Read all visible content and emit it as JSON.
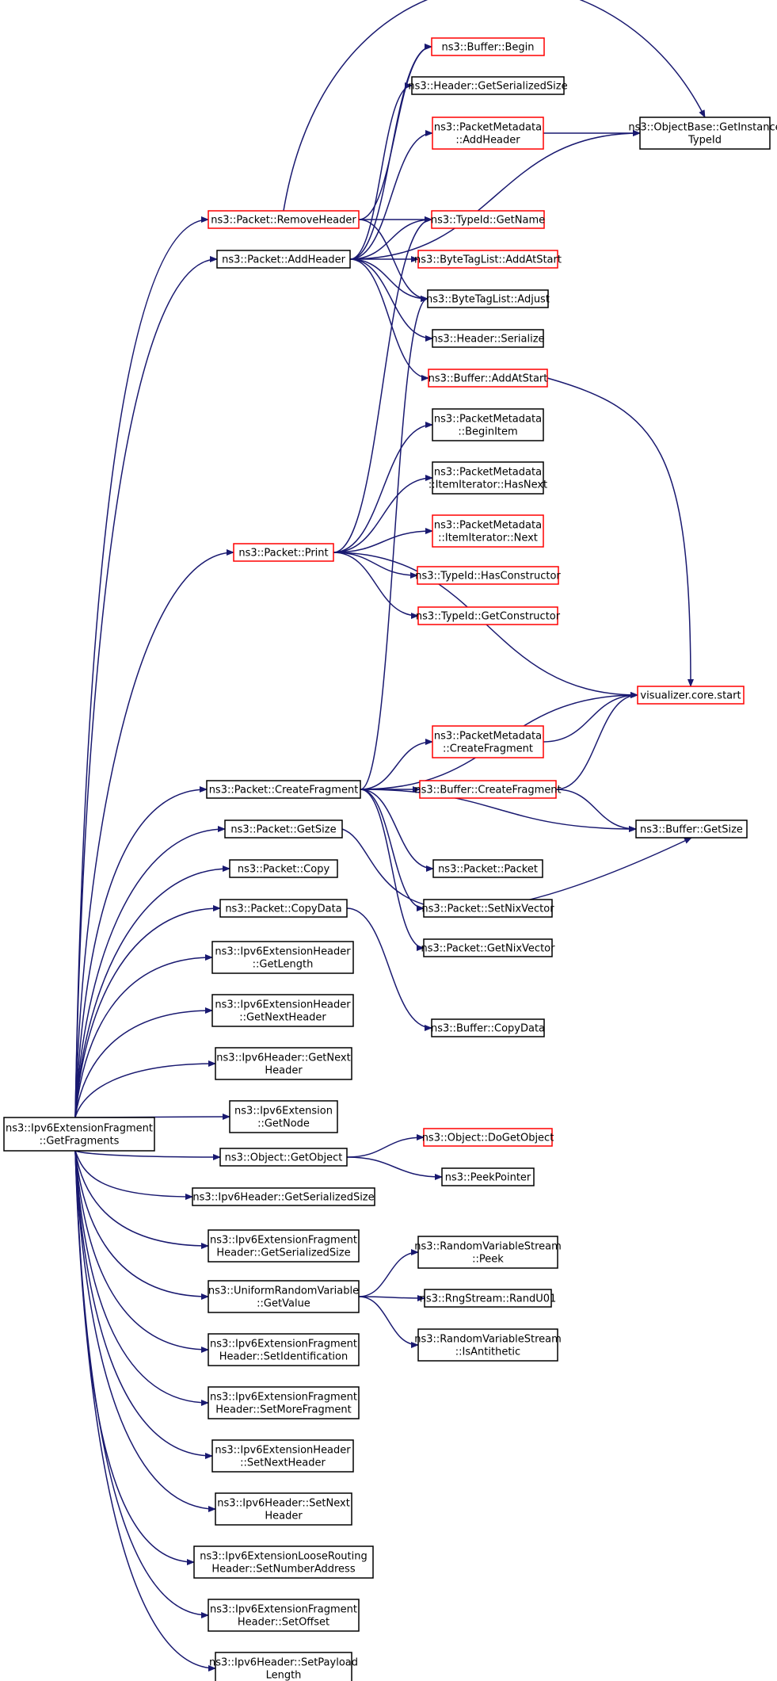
{
  "colors": {
    "edge": "#191970",
    "root_fill": "#bfbfbf",
    "node_border": "#000000",
    "truncated_border": "#ff0000"
  },
  "nodes": {
    "root": [
      "ns3::Ipv6ExtensionFragment",
      "::GetFragments"
    ],
    "removeHeader": [
      "ns3::Packet::RemoveHeader"
    ],
    "addHeader": [
      "ns3::Packet::AddHeader"
    ],
    "print": [
      "ns3::Packet::Print"
    ],
    "createFragment": [
      "ns3::Packet::CreateFragment"
    ],
    "getSize": [
      "ns3::Packet::GetSize"
    ],
    "copy": [
      "ns3::Packet::Copy"
    ],
    "copyData": [
      "ns3::Packet::CopyData"
    ],
    "extGetLength": [
      "ns3::Ipv6ExtensionHeader",
      "::GetLength"
    ],
    "extGetNextHeader": [
      "ns3::Ipv6ExtensionHeader",
      "::GetNextHeader"
    ],
    "ipv6GetNextHeader": [
      "ns3::Ipv6Header::GetNext",
      "Header"
    ],
    "extGetNode": [
      "ns3::Ipv6Extension",
      "::GetNode"
    ],
    "getObject": [
      "ns3::Object::GetObject"
    ],
    "ipv6GetSerializedSize": [
      "ns3::Ipv6Header::GetSerializedSize"
    ],
    "fragHdrGetSerializedSize": [
      "ns3::Ipv6ExtensionFragment",
      "Header::GetSerializedSize"
    ],
    "uniformGetValue": [
      "ns3::UniformRandomVariable",
      "::GetValue"
    ],
    "setIdentification": [
      "ns3::Ipv6ExtensionFragment",
      "Header::SetIdentification"
    ],
    "setMoreFragment": [
      "ns3::Ipv6ExtensionFragment",
      "Header::SetMoreFragment"
    ],
    "extSetNextHeader": [
      "ns3::Ipv6ExtensionHeader",
      "::SetNextHeader"
    ],
    "ipv6SetNextHeader": [
      "ns3::Ipv6Header::SetNext",
      "Header"
    ],
    "setNumberAddress": [
      "ns3::Ipv6ExtensionLooseRouting",
      "Header::SetNumberAddress"
    ],
    "setOffset": [
      "ns3::Ipv6ExtensionFragment",
      "Header::SetOffset"
    ],
    "setPayloadLength": [
      "ns3::Ipv6Header::SetPayload",
      "Length"
    ],
    "bufferBegin": [
      "ns3::Buffer::Begin"
    ],
    "headerGetSerializedSize": [
      "ns3::Header::GetSerializedSize"
    ],
    "metaAddHeader": [
      "ns3::PacketMetadata",
      "::AddHeader"
    ],
    "typeIdGetName": [
      "ns3::TypeId::GetName"
    ],
    "byteTagAddAtStart": [
      "ns3::ByteTagList::AddAtStart"
    ],
    "byteTagAdjust": [
      "ns3::ByteTagList::Adjust"
    ],
    "headerSerialize": [
      "ns3::Header::Serialize"
    ],
    "bufferAddAtStart": [
      "ns3::Buffer::AddAtStart"
    ],
    "objectBaseGetInstanceTypeId": [
      "ns3::ObjectBase::GetInstance",
      "TypeId"
    ],
    "metaBeginItem": [
      "ns3::PacketMetadata",
      "::BeginItem"
    ],
    "itemHasNext": [
      "ns3::PacketMetadata",
      "::ItemIterator::HasNext"
    ],
    "itemNext": [
      "ns3::PacketMetadata",
      "::ItemIterator::Next"
    ],
    "typeIdHasConstructor": [
      "ns3::TypeId::HasConstructor"
    ],
    "typeIdGetConstructor": [
      "ns3::TypeId::GetConstructor"
    ],
    "visualizerStart": [
      "visualizer.core.start"
    ],
    "metaCreateFragment": [
      "ns3::PacketMetadata",
      "::CreateFragment"
    ],
    "bufferCreateFragment": [
      "ns3::Buffer::CreateFragment"
    ],
    "bufferGetSize": [
      "ns3::Buffer::GetSize"
    ],
    "packetPacket": [
      "ns3::Packet::Packet"
    ],
    "setNixVector": [
      "ns3::Packet::SetNixVector"
    ],
    "getNixVector": [
      "ns3::Packet::GetNixVector"
    ],
    "bufferCopyData": [
      "ns3::Buffer::CopyData"
    ],
    "doGetObject": [
      "ns3::Object::DoGetObject"
    ],
    "peekPointer": [
      "ns3::PeekPointer"
    ],
    "rvsPeek": [
      "ns3::RandomVariableStream",
      "::Peek"
    ],
    "rngRandU01": [
      "ns3::RngStream::RandU01"
    ],
    "rvsIsAntithetic": [
      "ns3::RandomVariableStream",
      "::IsAntithetic"
    ]
  }
}
